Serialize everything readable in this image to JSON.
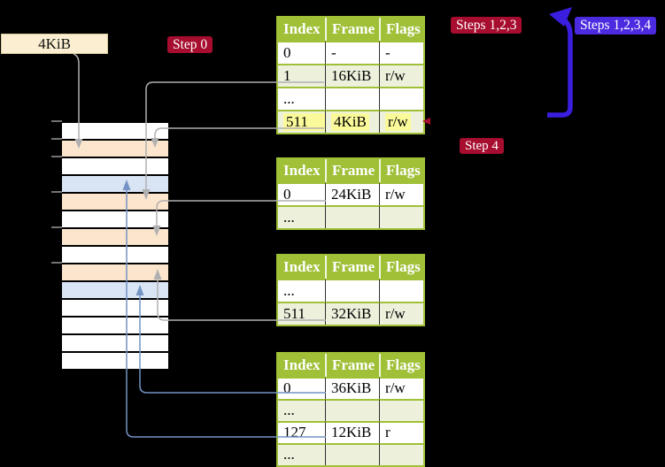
{
  "palette": {
    "bg": "#000000",
    "table-green": "#9fc037",
    "row-green": "#edf1dc",
    "row-white": "#ffffff",
    "peach": "#fce5cd",
    "page-blue": "#d9e4f4",
    "highlight-yellow": "#fbfa9a",
    "badge-red": "#a60d2e",
    "badge-blue": "#4c2ae0",
    "arrow-gray": "#b0b0b0",
    "arrow-blue": "#7394c4",
    "thick-arrow-blue": "#3a1ee0",
    "label-cream": "#fbeed1"
  },
  "labels": {
    "frame_4kib": "4KiB",
    "step0": "Step 0",
    "steps123": "Steps 1,2,3",
    "steps1234": "Steps 1,2,3,4",
    "step4": "Step 4"
  },
  "table_headers": [
    "Index",
    "Frame",
    "Flags"
  ],
  "tables": {
    "level4": {
      "rows": [
        [
          "0",
          "-",
          "-"
        ],
        [
          "1",
          "16KiB",
          "r/w"
        ],
        [
          "...",
          "",
          ""
        ],
        [
          "511",
          "4KiB",
          "r/w"
        ]
      ]
    },
    "level3": {
      "rows": [
        [
          "0",
          "24KiB",
          "r/w"
        ],
        [
          "...",
          "",
          ""
        ]
      ]
    },
    "level2": {
      "rows": [
        [
          "...",
          "",
          ""
        ],
        [
          "511",
          "32KiB",
          "r/w"
        ]
      ]
    },
    "level1": {
      "rows": [
        [
          "0",
          "36KiB",
          "r/w"
        ],
        [
          "...",
          "",
          ""
        ],
        [
          "127",
          "12KiB",
          "r"
        ],
        [
          "...",
          "",
          ""
        ]
      ]
    }
  },
  "memory": {
    "rows": [
      "free",
      "page-table",
      "free",
      "mapped-page",
      "page-table",
      "free",
      "page-table",
      "free",
      "page-table",
      "mapped-page",
      "free",
      "free",
      "free",
      "free"
    ]
  }
}
